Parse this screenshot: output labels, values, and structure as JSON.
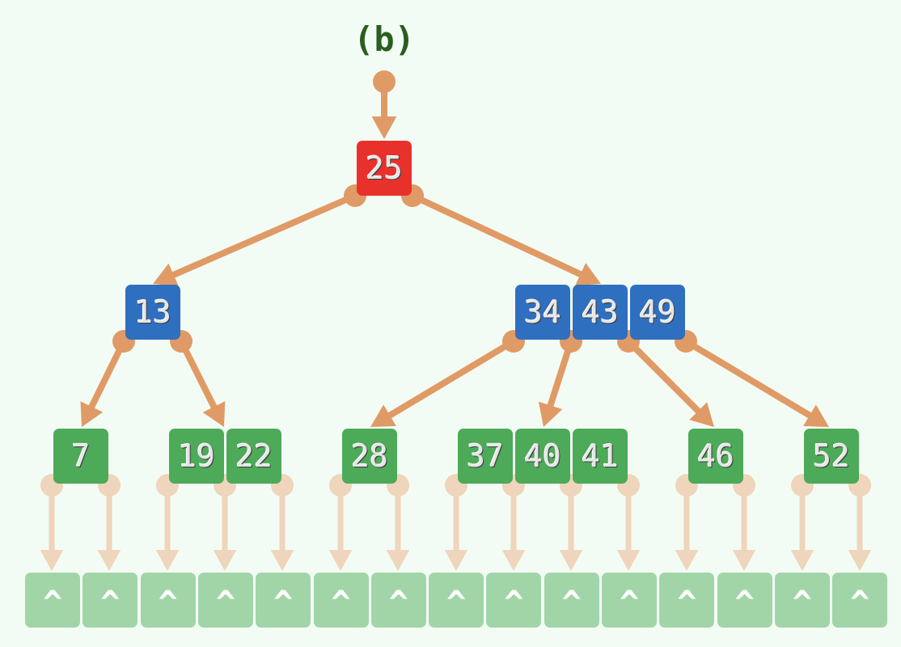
{
  "title": "(b)",
  "null_symbol": "^",
  "colors": {
    "background": "#f3fcf4",
    "root": "#e8312a",
    "internal": "#2f6fbf",
    "leaf": "#4caa58",
    "null_node": "#a1d5a8",
    "pointer": "#e09a65",
    "null_pointer": "#eed5bb",
    "title": "#2a5e1f"
  },
  "tree": {
    "root": {
      "keys": [
        "25"
      ]
    },
    "level1": [
      {
        "keys": [
          "13"
        ]
      },
      {
        "keys": [
          "34",
          "43",
          "49"
        ]
      }
    ],
    "leaves": [
      {
        "keys": [
          "7"
        ]
      },
      {
        "keys": [
          "19",
          "22"
        ]
      },
      {
        "keys": [
          "28"
        ]
      },
      {
        "keys": [
          "37",
          "40",
          "41"
        ]
      },
      {
        "keys": [
          "46"
        ]
      },
      {
        "keys": [
          "52"
        ]
      }
    ]
  }
}
